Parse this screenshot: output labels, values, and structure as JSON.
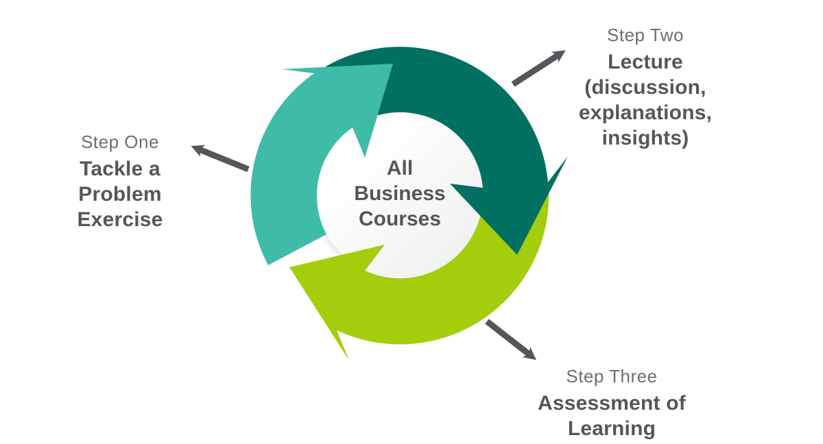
{
  "colors": {
    "teal": "#3EBCA8",
    "darkgreen": "#007060",
    "lime": "#A4CE0C",
    "arrowgray": "#54565C",
    "labelgray": "#6D6E71",
    "textdark": "#55565A",
    "circlelight": "#FFFFFF",
    "circleshade": "#EDEEEF"
  },
  "center": {
    "title": "All\nBusiness\nCourses"
  },
  "steps": {
    "one": {
      "label": "Step One",
      "title": "Tackle a\nProblem\nExercise"
    },
    "two": {
      "label": "Step Two",
      "title": "Lecture\n(discussion,\nexplanations,\ninsights)"
    },
    "three": {
      "label": "Step Three",
      "title": "Assessment of\nLearning"
    }
  }
}
